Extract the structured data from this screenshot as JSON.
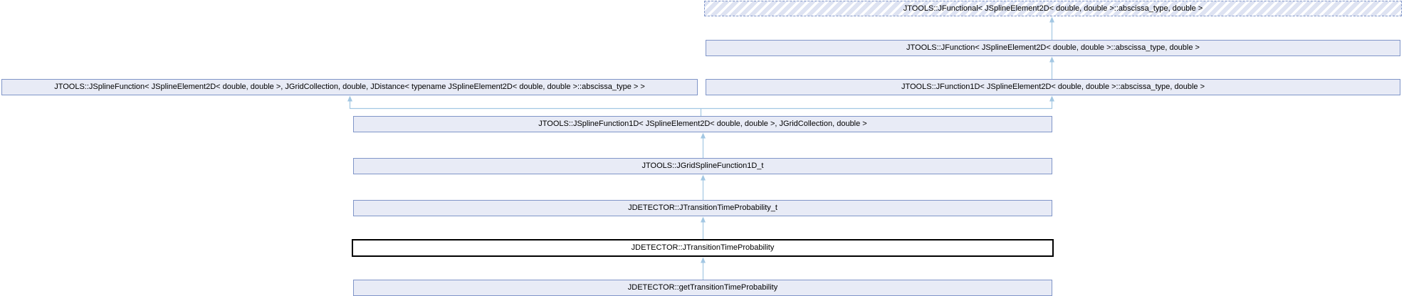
{
  "diagram": {
    "kind": "class-inheritance-graph",
    "colors": {
      "node_fill": "#e8ebf6",
      "node_border": "#8095c8",
      "edge": "#a3c7e3",
      "current_node_border": "#000000",
      "current_node_fill": "#ffffff",
      "hatch_stripe": "#dee3f2",
      "text": "#000000"
    },
    "nodes": [
      {
        "id": "jfunctional",
        "style": "truncated",
        "label": "JTOOLS::JFunctional< JSplineElement2D< double, double >::abscissa_type, double >"
      },
      {
        "id": "jfunction",
        "style": "normal",
        "label": "JTOOLS::JFunction< JSplineElement2D< double, double >::abscissa_type, double >"
      },
      {
        "id": "jsplinefunction",
        "style": "normal",
        "label": "JTOOLS::JSplineFunction< JSplineElement2D< double, double >, JGridCollection, double, JDistance< typename JSplineElement2D< double, double >::abscissa_type > >"
      },
      {
        "id": "jfunction1d",
        "style": "normal",
        "label": "JTOOLS::JFunction1D< JSplineElement2D< double, double >::abscissa_type, double >"
      },
      {
        "id": "jsplinefunction1d",
        "style": "normal",
        "label": "JTOOLS::JSplineFunction1D< JSplineElement2D< double, double >, JGridCollection, double >"
      },
      {
        "id": "jgridsplinefunction1d_t",
        "style": "normal",
        "label": "JTOOLS::JGridSplineFunction1D_t"
      },
      {
        "id": "jtransitiontimeprobability_t",
        "style": "normal",
        "label": "JDETECTOR::JTransitionTimeProbability_t"
      },
      {
        "id": "jtransitiontimeprobability",
        "style": "current",
        "label": "JDETECTOR::JTransitionTimeProbability"
      },
      {
        "id": "gettransitiontimeprobability",
        "style": "normal",
        "label": "JDETECTOR::getTransitionTimeProbability"
      }
    ],
    "edges": [
      {
        "from": "jfunction",
        "to": "jfunctional"
      },
      {
        "from": "jfunction1d",
        "to": "jfunction"
      },
      {
        "from": "jsplinefunction1d",
        "to": "jsplinefunction"
      },
      {
        "from": "jsplinefunction1d",
        "to": "jfunction1d"
      },
      {
        "from": "jgridsplinefunction1d_t",
        "to": "jsplinefunction1d"
      },
      {
        "from": "jtransitiontimeprobability_t",
        "to": "jgridsplinefunction1d_t"
      },
      {
        "from": "jtransitiontimeprobability",
        "to": "jtransitiontimeprobability_t"
      },
      {
        "from": "gettransitiontimeprobability",
        "to": "jtransitiontimeprobability"
      }
    ]
  }
}
